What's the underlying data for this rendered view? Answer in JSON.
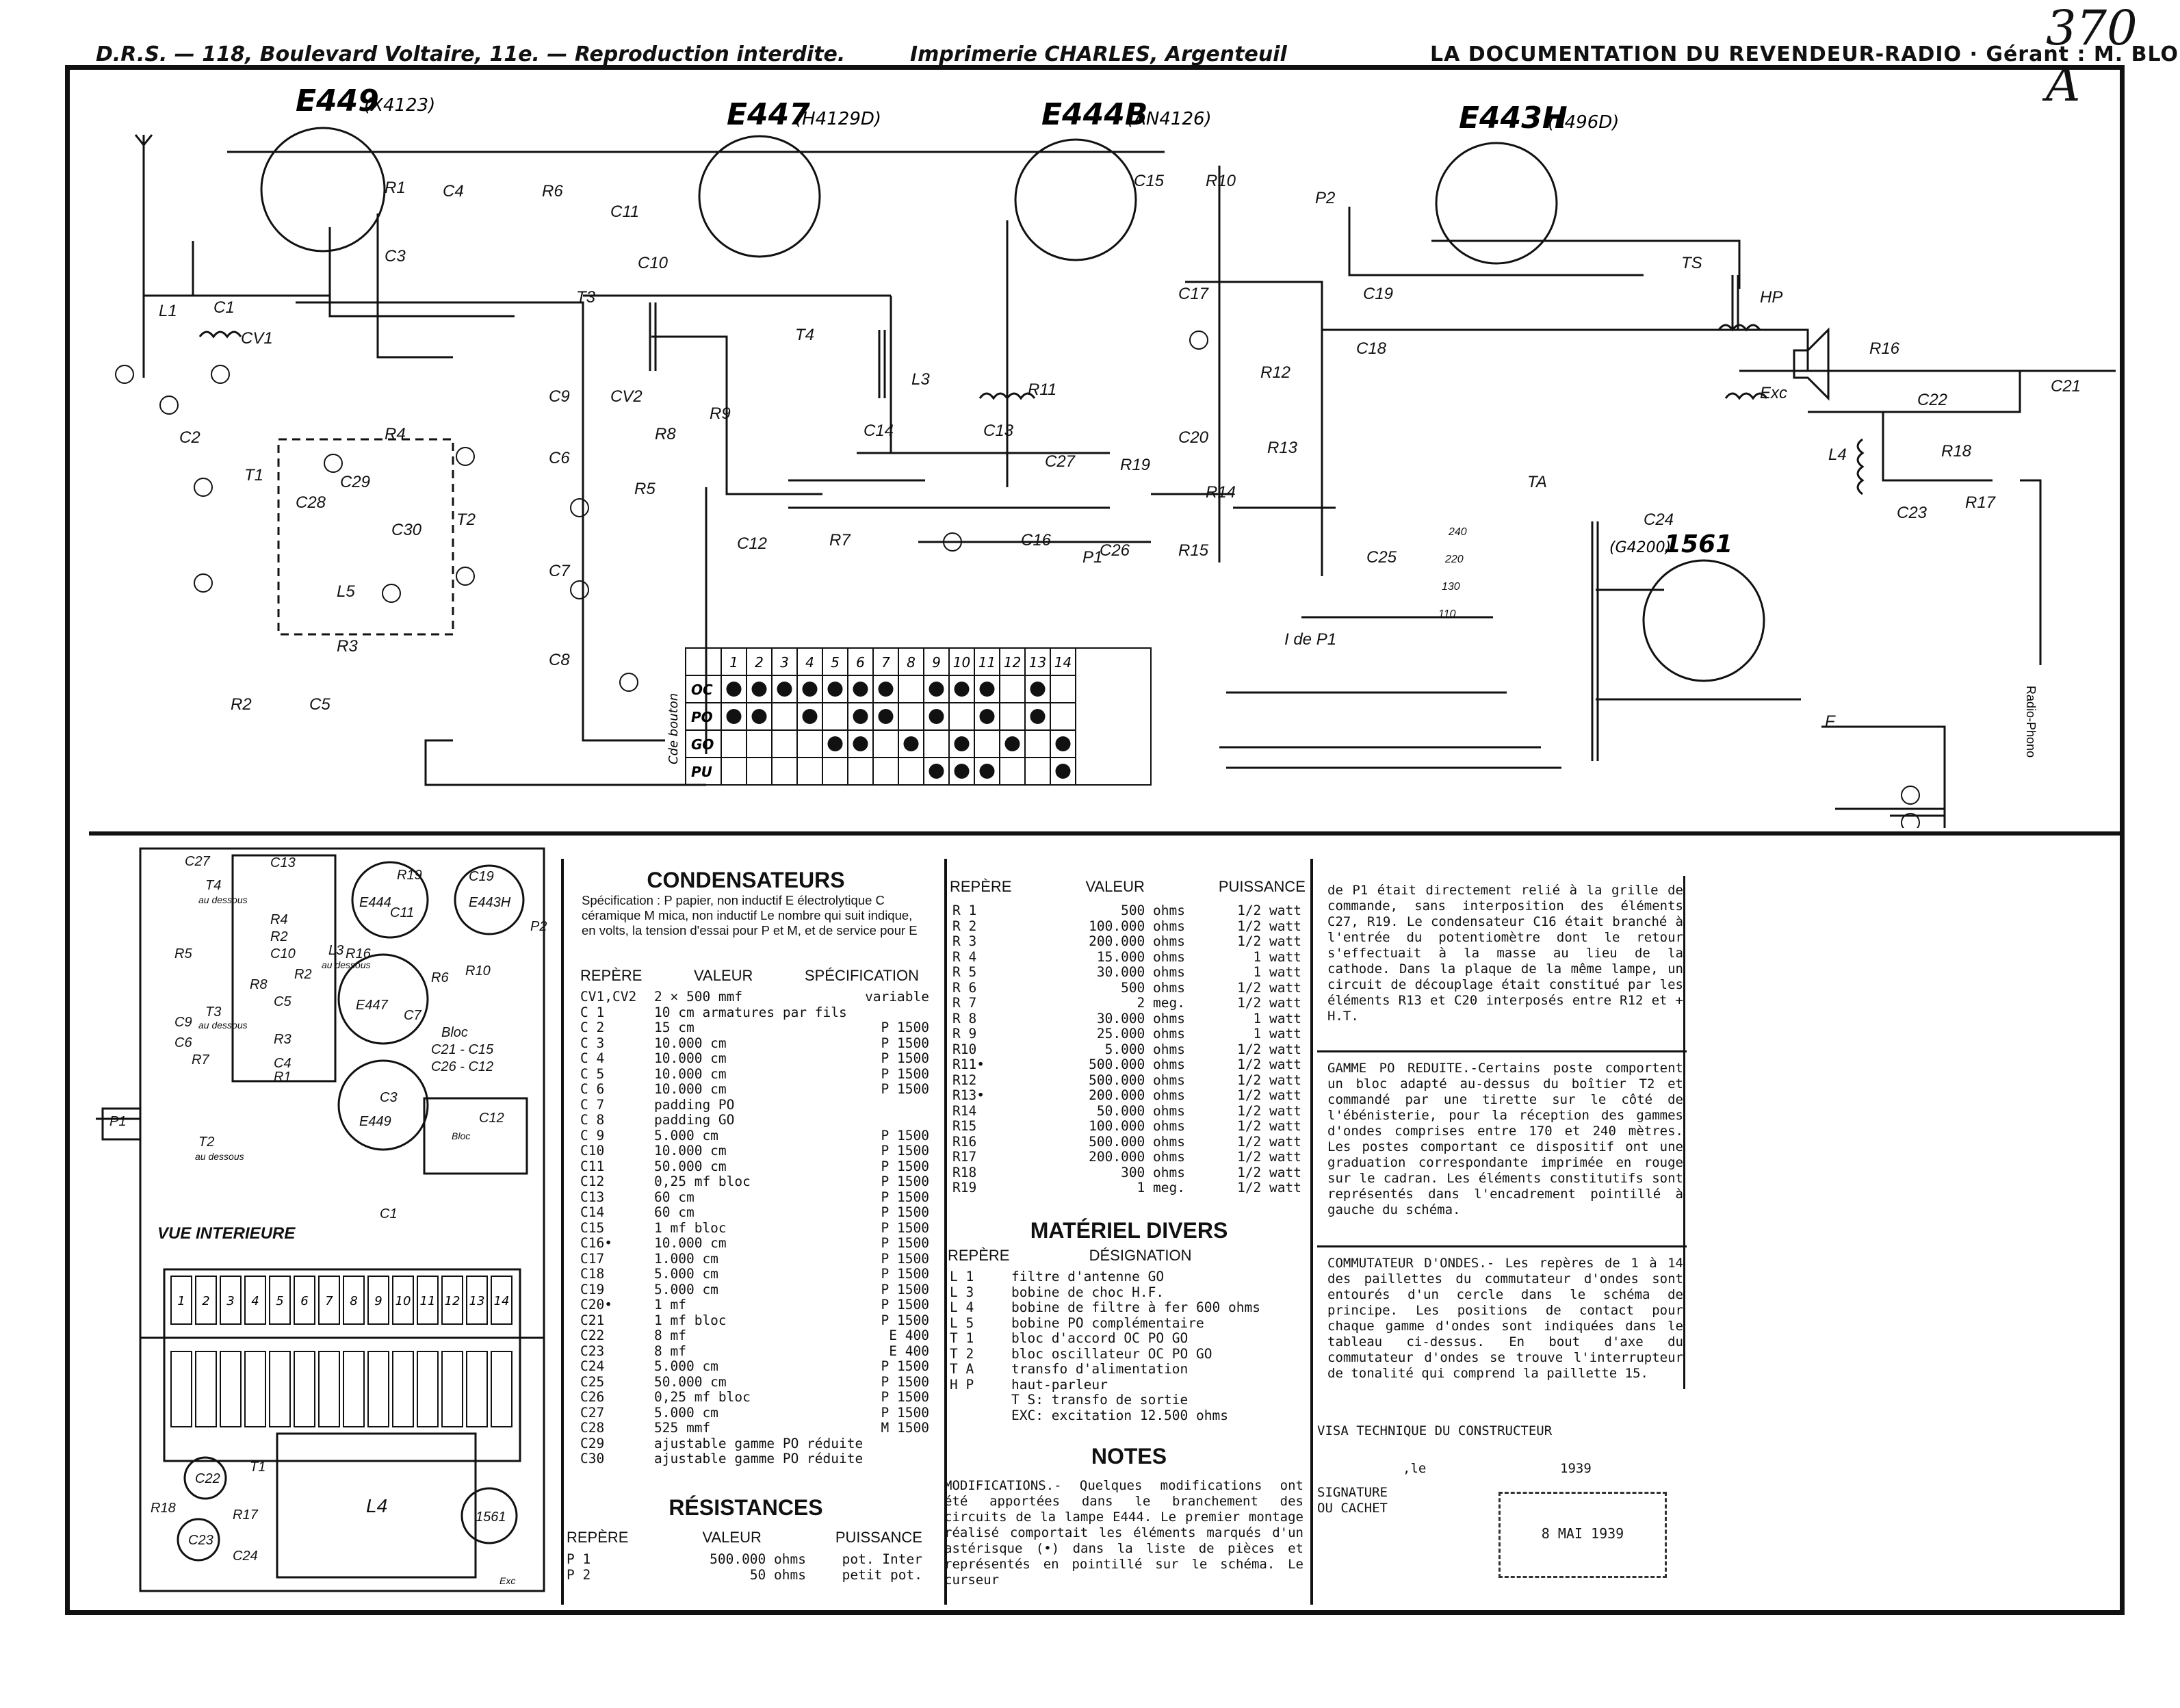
{
  "header": {
    "left": "D.R.S. — 118, Boulevard Voltaire, 11e. — Reproduction interdite.",
    "middle": "Imprimerie CHARLES, Argenteuil",
    "right": "LA DOCUMENTATION DU REVENDEUR-RADIO · Gérant : M. BLONDELLE",
    "annotation": "370 A"
  },
  "tubes": [
    {
      "name": "E449",
      "alt": "(X4123)"
    },
    {
      "name": "E447",
      "alt": "(H4129D)"
    },
    {
      "name": "E444B",
      "alt": "(AN4126)"
    },
    {
      "name": "E443H",
      "alt": "(L496D)"
    },
    {
      "name": "1561",
      "alt": "(G4200)"
    }
  ],
  "schematic_labels": {
    "L1": "L1",
    "C1": "C1",
    "CV1": "CV1",
    "C2": "C2",
    "T1": "T1",
    "R4": "R4",
    "C28": "C28",
    "C29": "C29",
    "C30": "C30",
    "L5": "L5",
    "R3": "R3",
    "R2": "R2",
    "C5": "C5",
    "T2": "T2",
    "T3": "T3",
    "C9": "C9",
    "CV2": "CV2",
    "R5": "R5",
    "C6": "C6",
    "C7": "C7",
    "C8": "C8",
    "R1": "R1",
    "C4": "C4",
    "C3": "C3",
    "R6": "R6",
    "C11": "C11",
    "C10": "C10",
    "R8": "R8",
    "R9": "R9",
    "T4": "T4",
    "L3": "L3",
    "C14": "C14",
    "C13": "C13",
    "R11": "R11",
    "R7": "R7",
    "C12": "C12",
    "C16": "C16",
    "P1": "P1",
    "C27": "C27",
    "R19": "R19",
    "C26": "C26",
    "R15": "R15",
    "C15": "C15",
    "R10": "R10",
    "C17": "C17",
    "R12": "R12",
    "C20": "C20",
    "R13": "R13",
    "R14": "R14",
    "P2": "P2",
    "C19": "C19",
    "C18": "C18",
    "TS": "TS",
    "HP": "HP",
    "R16": "R16",
    "C21": "C21",
    "Exc": "Exc",
    "C22": "C22",
    "L4": "L4",
    "R18": "R18",
    "C23": "C23",
    "R17": "R17",
    "TA": "TA",
    "C24": "C24",
    "C25": "C25",
    "IdeP1": "I de P1",
    "v240": "240",
    "v220": "220",
    "v130": "130",
    "v110": "110",
    "F": "F",
    "logo": "Radio-Phono"
  },
  "switch_table": {
    "side_label": "Cde bouton",
    "columns": [
      "1",
      "2",
      "3",
      "4",
      "5",
      "6",
      "7",
      "8",
      "9",
      "10",
      "11",
      "12",
      "13",
      "14"
    ],
    "rows": [
      {
        "label": "OC",
        "on": [
          1,
          2,
          3,
          4,
          5,
          6,
          7,
          9,
          10,
          11,
          13
        ]
      },
      {
        "label": "PO",
        "on": [
          1,
          2,
          4,
          6,
          7,
          9,
          11,
          13
        ]
      },
      {
        "label": "GO",
        "on": [
          5,
          6,
          8,
          10,
          12,
          14
        ]
      },
      {
        "label": "PU",
        "on": [
          9,
          10,
          11,
          14
        ]
      }
    ]
  },
  "layout_view": {
    "title": "VUE INTERIEURE",
    "labels": [
      "C27",
      "C13",
      "T4",
      "au dessous",
      "R4",
      "R2",
      "C10",
      "L3",
      "au dessous",
      "R8",
      "C5",
      "R3",
      "C4",
      "R1",
      "T3",
      "au dessous",
      "R7",
      "P1",
      "T2",
      "au dessous",
      "R19",
      "C19",
      "E444",
      "C11",
      "E443H",
      "R10",
      "R6",
      "E447",
      "C7",
      "Bloc",
      "C21 - C15",
      "C26 - C12",
      "C3",
      "E449",
      "C12",
      "Bloc",
      "C1",
      "C22",
      "T1",
      "R18",
      "C23",
      "R17",
      "C24",
      "L4",
      "1561",
      "Exc",
      "R5",
      "R2",
      "C9",
      "C6",
      "R16",
      "P2"
    ],
    "strip": [
      "1",
      "2",
      "3",
      "4",
      "5",
      "6",
      "7",
      "8",
      "9",
      "10",
      "11",
      "12",
      "13",
      "14"
    ]
  },
  "condensateurs": {
    "title": "CONDENSATEURS",
    "spec": "Spécification : P papier, non inductif  E électrolytique  C céramique  M mica, non inductif  Le nombre qui suit indique, en volts, la tension d'essai pour P et M, et de service pour E",
    "headers": [
      "REPÈRE",
      "VALEUR",
      "SPÉCIFICATION"
    ],
    "rows": [
      [
        "CV1,CV2",
        "2 × 500 mmf",
        "variable"
      ],
      [
        "C 1",
        "10 cm armatures par fils",
        ""
      ],
      [
        "C 2",
        "15 cm",
        "P 1500"
      ],
      [
        "C 3",
        "10.000 cm",
        "P 1500"
      ],
      [
        "C 4",
        "10.000 cm",
        "P 1500"
      ],
      [
        "C 5",
        "10.000 cm",
        "P 1500"
      ],
      [
        "C 6",
        "10.000 cm",
        "P 1500"
      ],
      [
        "C 7",
        "padding PO",
        ""
      ],
      [
        "C 8",
        "padding GO",
        ""
      ],
      [
        "C 9",
        "5.000 cm",
        "P 1500"
      ],
      [
        "C10",
        "10.000 cm",
        "P 1500"
      ],
      [
        "C11",
        "50.000 cm",
        "P 1500"
      ],
      [
        "C12",
        "0,25 mf   bloc",
        "P 1500"
      ],
      [
        "C13",
        "60 cm",
        "P 1500"
      ],
      [
        "C14",
        "60 cm",
        "P 1500"
      ],
      [
        "C15",
        "1 mf    bloc",
        "P 1500"
      ],
      [
        "C16•",
        "10.000 cm",
        "P 1500"
      ],
      [
        "C17",
        "1.000 cm",
        "P 1500"
      ],
      [
        "C18",
        "5.000 cm",
        "P 1500"
      ],
      [
        "C19",
        "5.000 cm",
        "P 1500"
      ],
      [
        "C20•",
        "1 mf",
        "P 1500"
      ],
      [
        "C21",
        "1 mf    bloc",
        "P 1500"
      ],
      [
        "C22",
        "8 mf",
        "E 400"
      ],
      [
        "C23",
        "8 mf",
        "E 400"
      ],
      [
        "C24",
        "5.000 cm",
        "P 1500"
      ],
      [
        "C25",
        "50.000 cm",
        "P 1500"
      ],
      [
        "C26",
        "0,25 mf   bloc",
        "P 1500"
      ],
      [
        "C27",
        "5.000 cm",
        "P 1500"
      ],
      [
        "C28",
        "525 mmf",
        "M 1500"
      ],
      [
        "C29",
        "ajustable gamme PO réduite",
        ""
      ],
      [
        "C30",
        "ajustable gamme PO réduite",
        ""
      ]
    ]
  },
  "resistances": {
    "title": "RÉSISTANCES",
    "headers": [
      "REPÈRE",
      "VALEUR",
      "PUISSANCE"
    ],
    "rows_left": [
      [
        "P 1",
        "500.000 ohms",
        "pot. Inter"
      ],
      [
        "P 2",
        "50 ohms",
        "petit pot."
      ]
    ],
    "rows_right": [
      [
        "R 1",
        "500 ohms",
        "1/2 watt"
      ],
      [
        "R 2",
        "100.000 ohms",
        "1/2 watt"
      ],
      [
        "R 3",
        "200.000 ohms",
        "1/2 watt"
      ],
      [
        "R 4",
        "15.000 ohms",
        "1 watt"
      ],
      [
        "R 5",
        "30.000 ohms",
        "1 watt"
      ],
      [
        "R 6",
        "500 ohms",
        "1/2 watt"
      ],
      [
        "R 7",
        "2 meg.",
        "1/2 watt"
      ],
      [
        "R 8",
        "30.000 ohms",
        "1 watt"
      ],
      [
        "R 9",
        "25.000 ohms",
        "1 watt"
      ],
      [
        "R10",
        "5.000 ohms",
        "1/2 watt"
      ],
      [
        "R11•",
        "500.000 ohms",
        "1/2 watt"
      ],
      [
        "R12",
        "500.000 ohms",
        "1/2 watt"
      ],
      [
        "R13•",
        "200.000 ohms",
        "1/2 watt"
      ],
      [
        "R14",
        "50.000 ohms",
        "1/2 watt"
      ],
      [
        "R15",
        "100.000 ohms",
        "1/2 watt"
      ],
      [
        "R16",
        "500.000 ohms",
        "1/2 watt"
      ],
      [
        "R17",
        "200.000 ohms",
        "1/2 watt"
      ],
      [
        "R18",
        "300 ohms",
        "1/2 watt"
      ],
      [
        "R19",
        "1 meg.",
        "1/2 watt"
      ]
    ],
    "headers_right": [
      "REPÈRE",
      "VALEUR",
      "PUISSANCE"
    ]
  },
  "materiel": {
    "title": "MATÉRIEL DIVERS",
    "headers": [
      "REPÈRE",
      "DÉSIGNATION"
    ],
    "rows": [
      [
        "L 1",
        "filtre d'antenne GO"
      ],
      [
        "L 3",
        "bobine de choc H.F."
      ],
      [
        "L 4",
        "bobine de filtre à fer 600 ohms"
      ],
      [
        "L 5",
        "bobine PO complémentaire"
      ],
      [
        "T 1",
        "bloc d'accord OC PO GO"
      ],
      [
        "T 2",
        "bloc oscillateur OC PO GO"
      ],
      [
        "T A",
        "transfo d'alimentation"
      ],
      [
        "H P",
        "haut-parleur"
      ],
      [
        "",
        "T S: transfo de sortie"
      ],
      [
        "",
        "EXC: excitation 12.500 ohms"
      ]
    ]
  },
  "notes": {
    "title": "NOTES",
    "modifications": "MODIFICATIONS.- Quelques modifications ont été apportées dans le branchement des circuits de la lampe E444. Le premier montage réalisé comportait les éléments marqués d'un astérisque (•) dans la liste de pièces et représentés en pointillé sur le schéma. Le curseur",
    "col2_p1": "de P1 était directement relié à la grille de commande, sans interposition des éléments C27, R19. Le condensateur C16 était branché à l'entrée du potentiomètre dont le retour s'effectuait à la masse au lieu de la cathode. Dans la plaque de la même lampe, un circuit de découplage était constitué par les éléments R13 et C20 interposés entre R12 et + H.T.",
    "col2_p2": "GAMME PO REDUITE.-Certains poste comportent un bloc adapté au-dessus du boîtier T2 et commandé par une tirette sur le côté de l'ébénisterie, pour la réception des gammes d'ondes comprises entre 170 et 240 mètres. Les postes comportant ce dispositif ont une graduation correspondante imprimée en rouge sur le cadran. Les éléments constitutifs sont représentés dans l'encadrement pointillé à gauche du schéma.",
    "col2_p3": "COMMUTATEUR D'ONDES.- Les repères de 1 à 14 des paillettes du commutateur d'ondes sont entourés d'un cercle dans le schéma de principe. Les positions de contact pour chaque gamme d'ondes sont indiquées dans le tableau ci-dessus. En bout d'axe du commutateur d'ondes se trouve l'interrupteur de tonalité qui comprend la paillette 15."
  },
  "visa": {
    "title": "VISA TECHNIQUE DU CONSTRUCTEUR",
    "le": ",le",
    "year": "1939",
    "signature": "SIGNATURE",
    "cachet": "OU CACHET",
    "stamp": "8 MAI 1939"
  }
}
